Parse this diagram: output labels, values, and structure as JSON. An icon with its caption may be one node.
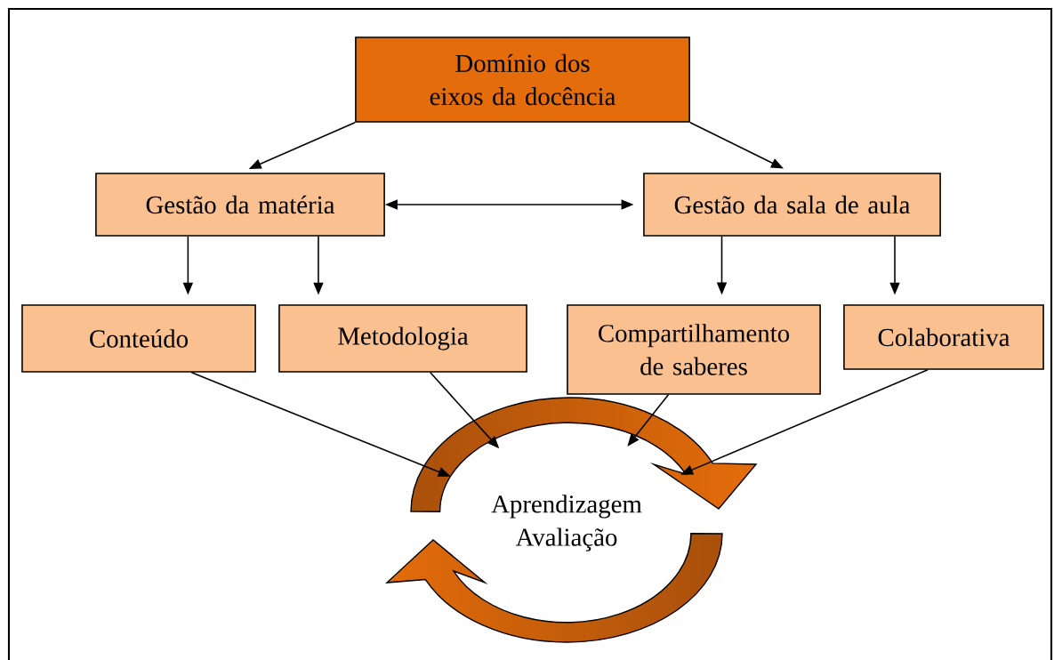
{
  "diagram": {
    "nodes": [
      {
        "text": [
          "Domínio dos eixos da docência"
        ]
      },
      {
        "text": [
          "Gestão da matéria"
        ]
      },
      {
        "text": [
          "Gestão da sala de aula"
        ]
      },
      {
        "text": [
          "Conteúdo"
        ]
      },
      {
        "text": [
          "Metodologia"
        ]
      },
      {
        "text": [
          "Compartilhamento de saberes"
        ]
      },
      {
        "text": [
          "Colaborativa"
        ]
      },
      {
        "text": [
          "Aprendizagem Avaliação"
        ]
      }
    ],
    "edges": [
      {
        "from": 0,
        "to": 1,
        "arrow": "to"
      },
      {
        "from": 0,
        "to": 2,
        "arrow": "to"
      },
      {
        "from": 1,
        "to": 2,
        "arrow": "both"
      },
      {
        "from": 1,
        "to": 3,
        "arrow": "to"
      },
      {
        "from": 1,
        "to": 4,
        "arrow": "to"
      },
      {
        "from": 2,
        "to": 5,
        "arrow": "to"
      },
      {
        "from": 2,
        "to": 6,
        "arrow": "to"
      },
      {
        "from": 3,
        "to": 7,
        "arrow": "to"
      },
      {
        "from": 4,
        "to": 7,
        "arrow": "to"
      },
      {
        "from": 5,
        "to": 7,
        "arrow": "to"
      },
      {
        "from": 6,
        "to": 7,
        "arrow": "to"
      }
    ]
  }
}
